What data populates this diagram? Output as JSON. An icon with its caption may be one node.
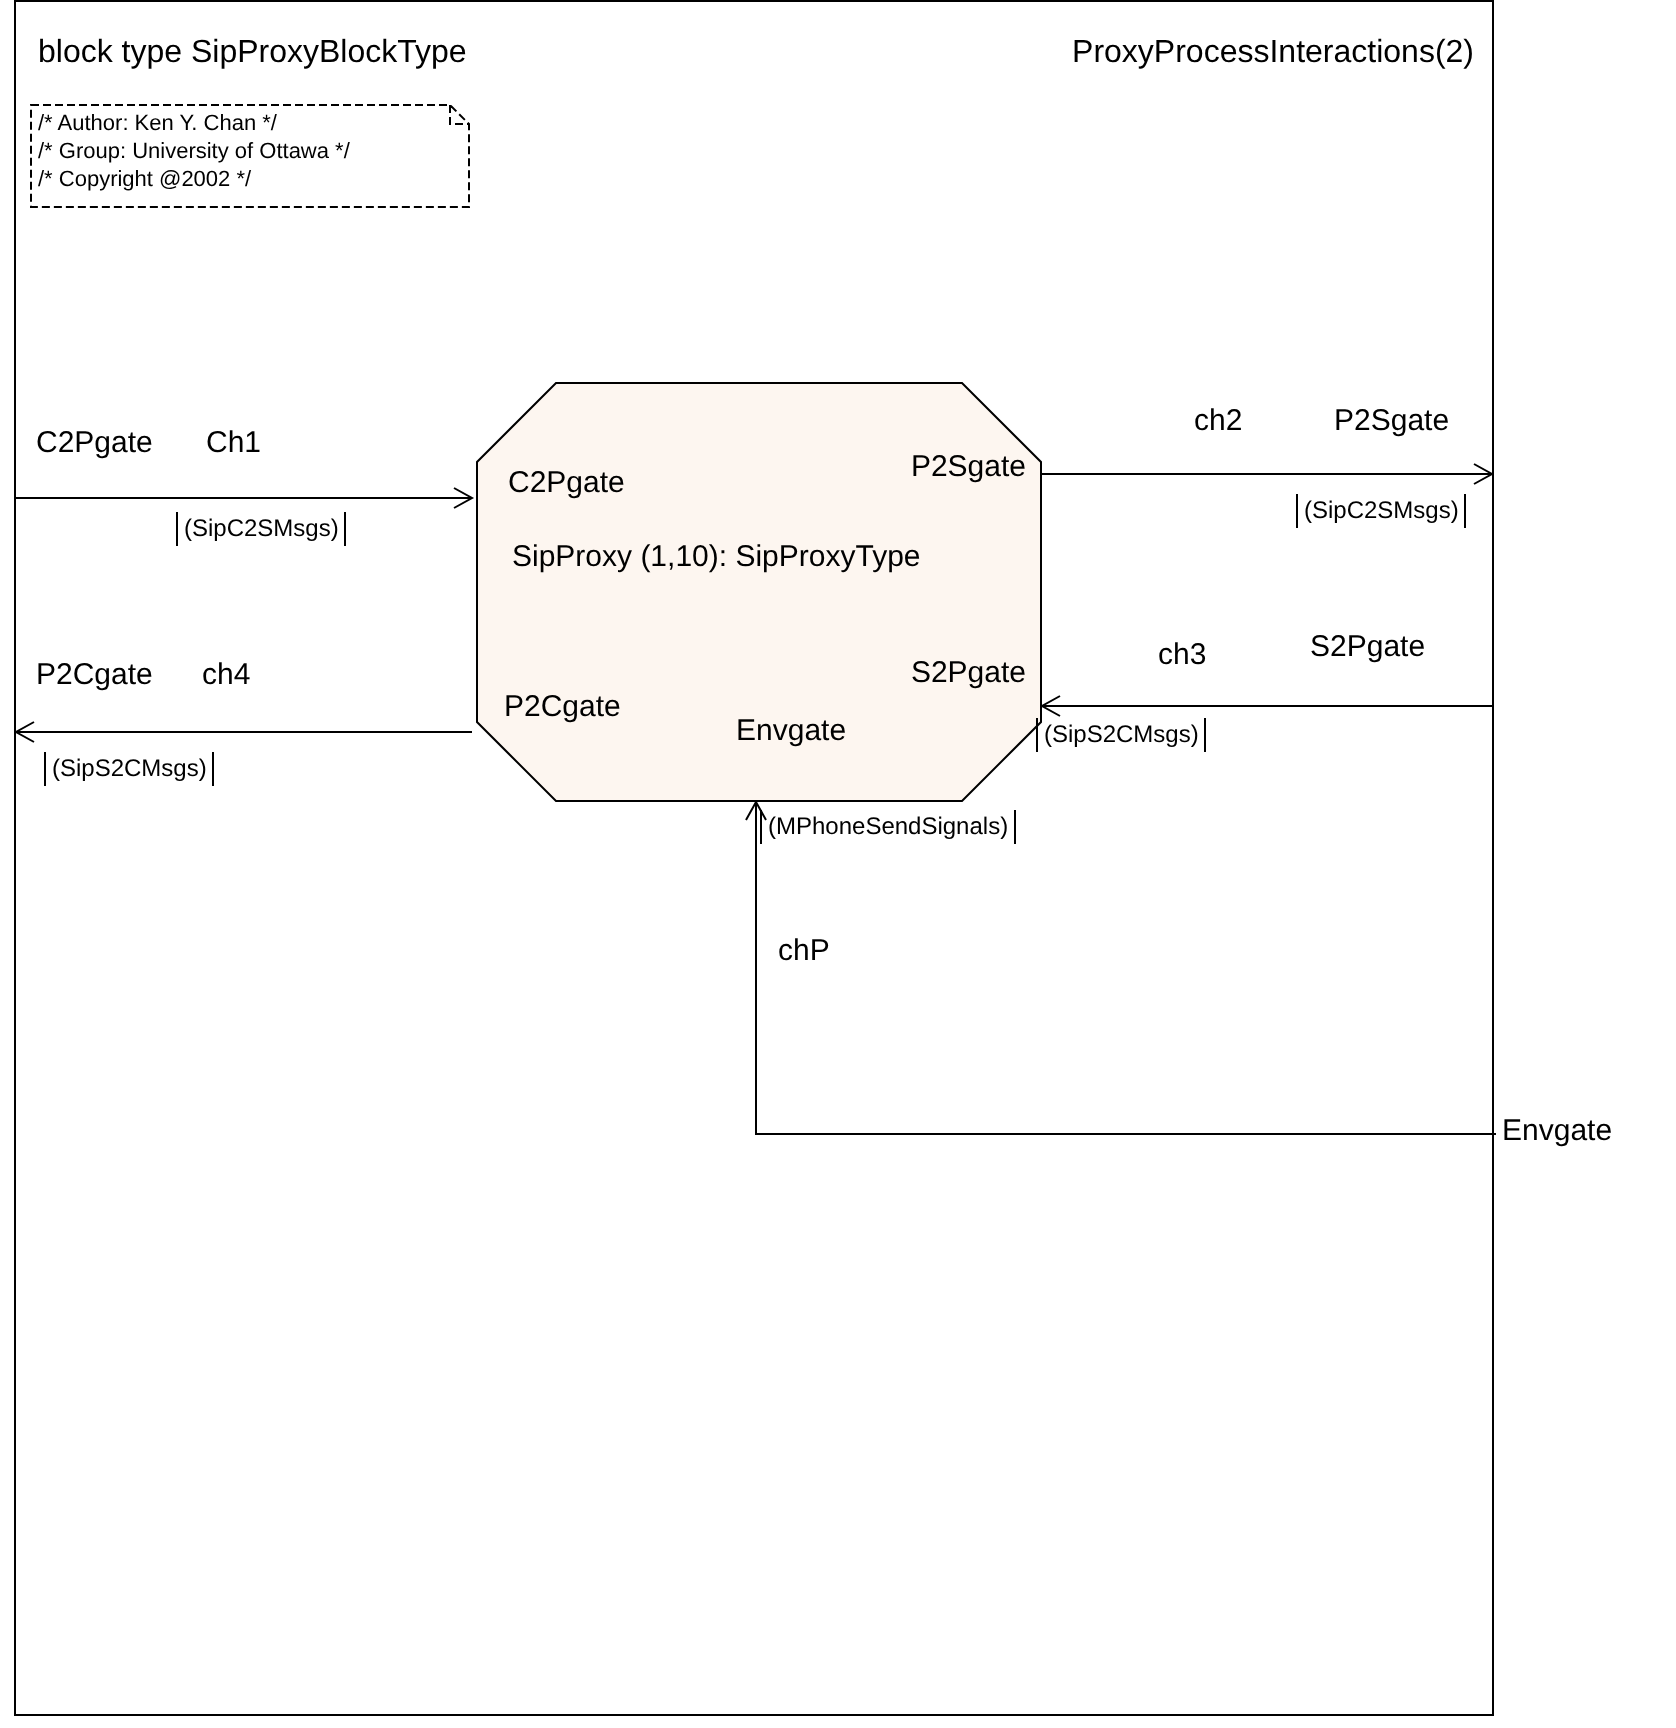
{
  "diagram": {
    "nodes": [
      {
        "text": [
          "block type SipProxyBlockType",
          "ProxyProcessInteractions(2)"
        ]
      },
      {
        "text": [
          "/* Author: Ken Y. Chan */",
          "/* Group: University of Ottawa */",
          "/* Copyright @2002 */"
        ],
        "in": 0
      },
      {
        "text": [
          "C2Pgate",
          "P2Sgate",
          "SipProxy (1,10): SipProxyType",
          "S2Pgate",
          "P2Cgate",
          "Envgate"
        ],
        "in": 0
      },
      {
        "text": [
          "Envgate"
        ]
      }
    ],
    "edges": [
      {
        "from": null,
        "to": 2,
        "arrow": "to",
        "label": "Ch1"
      },
      {
        "from": 2,
        "to": null,
        "arrow": "to",
        "label": "ch2"
      },
      {
        "from": null,
        "to": 2,
        "arrow": "to",
        "label": "ch3"
      },
      {
        "from": 2,
        "to": null,
        "arrow": "to",
        "label": "ch4"
      },
      {
        "from": 3,
        "to": 2,
        "arrow": "to",
        "label": "chP"
      }
    ],
    "labels": [
      "C2Pgate",
      "(SipC2SMsgs)",
      "P2Sgate",
      "(SipC2SMsgs)",
      "S2Pgate",
      "(SipS2CMsgs)",
      "P2Cgate",
      "(SipS2CMsgs)",
      "(MPhoneSendSignals)"
    ]
  }
}
